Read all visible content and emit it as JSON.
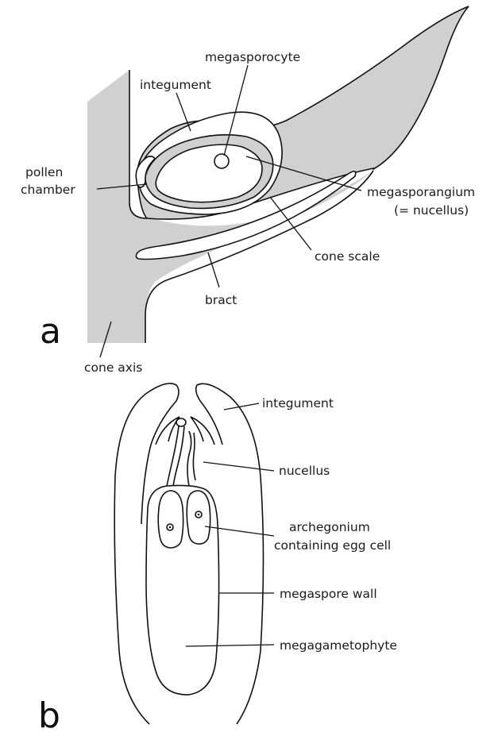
{
  "panel_a": {
    "letter": "a",
    "labels": {
      "megasporocyte": "megasporocyte",
      "integument": "integument",
      "pollen_chamber_line1": "pollen",
      "pollen_chamber_line2": "chamber",
      "megasporangium_line1": "megasporangium",
      "megasporangium_line2": "(= nucellus)",
      "cone_scale": "cone scale",
      "bract": "bract",
      "cone_axis": "cone axis"
    },
    "colors": {
      "tissue_fill": "#d0d0d0",
      "cavity_fill": "#ffffff",
      "outline": "#111111"
    }
  },
  "panel_b": {
    "letter": "b",
    "labels": {
      "integument": "integument",
      "nucellus": "nucellus",
      "archegonium_line1": "archegonium",
      "archegonium_line2": "containing egg cell",
      "megaspore_wall": "megaspore wall",
      "megagametophyte": "megagametophyte"
    }
  }
}
